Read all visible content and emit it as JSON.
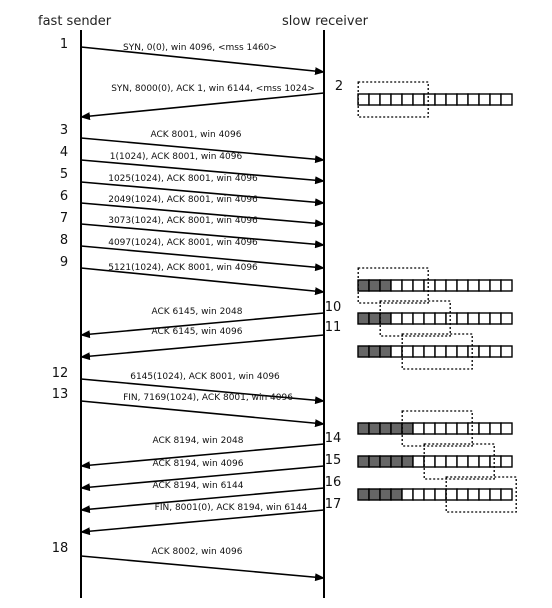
{
  "headers": {
    "sender": "fast sender",
    "receiver": "slow receiver"
  },
  "steps": [
    {
      "n": "1",
      "side": "left",
      "label": "SYN, 0(0), win 4096, <mss 1460>"
    },
    {
      "n": "2",
      "side": "right",
      "label": "SYN, 8000(0), ACK 1, win 6144, <mss 1024>"
    },
    {
      "n": "3",
      "side": "left",
      "label": "ACK 8001, win 4096"
    },
    {
      "n": "4",
      "side": "left",
      "label": "1(1024), ACK 8001, win 4096"
    },
    {
      "n": "5",
      "side": "left",
      "label": "1025(1024), ACK 8001, win 4096"
    },
    {
      "n": "6",
      "side": "left",
      "label": "2049(1024), ACK 8001, win 4096"
    },
    {
      "n": "7",
      "side": "left",
      "label": "3073(1024), ACK 8001, win 4096"
    },
    {
      "n": "8",
      "side": "left",
      "label": "4097(1024), ACK 8001, win 4096"
    },
    {
      "n": "9",
      "side": "left",
      "label": "5121(1024), ACK 8001, win 4096"
    },
    {
      "n": "10",
      "side": "right",
      "label": "ACK 6145, win 2048"
    },
    {
      "n": "11",
      "side": "right",
      "label": "ACK 6145, win 4096"
    },
    {
      "n": "12",
      "side": "left",
      "label": "6145(1024), ACK 8001, win 4096"
    },
    {
      "n": "13",
      "side": "left",
      "label": "FIN, 7169(1024), ACK 8001, win 4096"
    },
    {
      "n": "14",
      "side": "right",
      "label": "ACK 8194, win 2048"
    },
    {
      "n": "15",
      "side": "right",
      "label": "ACK 8194, win 4096"
    },
    {
      "n": "16",
      "side": "right",
      "label": "ACK 8194, win 6144"
    },
    {
      "n": "17",
      "side": "right",
      "label": "FIN, 8001(0), ACK 8194, win 6144"
    },
    {
      "n": "18",
      "side": "left",
      "label": "ACK 8002, win 4096"
    }
  ],
  "buffers": [
    {
      "filled": 0,
      "window_start": 0,
      "window_len": 3
    },
    {
      "filled": 3,
      "window_start": 0,
      "window_len": 3
    },
    {
      "filled": 3,
      "window_start": 1,
      "window_len": 3
    },
    {
      "filled": 3,
      "window_start": 2,
      "window_len": 3
    },
    {
      "filled": 5,
      "window_start": 2,
      "window_len": 3
    },
    {
      "filled": 5,
      "window_start": 3,
      "window_len": 3
    },
    {
      "filled": 4,
      "window_start": 4,
      "window_len": 3
    }
  ]
}
